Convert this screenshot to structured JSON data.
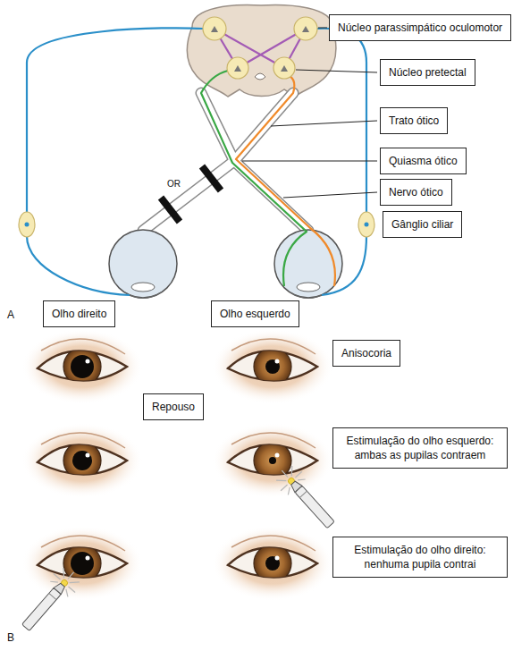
{
  "diagram": {
    "nodes": [
      {
        "text": [
          "Núcleo parassimpático oculomotor"
        ]
      },
      {
        "text": [
          "Núcleo pretectal"
        ]
      },
      {
        "text": [
          "Trato ótico"
        ]
      },
      {
        "text": [
          "Quiasma ótico"
        ]
      },
      {
        "text": [
          "Nervo ótico"
        ]
      },
      {
        "text": [
          "Gânglio ciliar"
        ]
      },
      {
        "text": [
          "Olho direito"
        ]
      },
      {
        "text": [
          "Olho esquerdo"
        ]
      },
      {
        "text": [
          "Anisocoria"
        ]
      },
      {
        "text": [
          "Repouso"
        ]
      },
      {
        "text": [
          "Estimulação do olho esquerdo: ambas as pupilas contraem"
        ]
      },
      {
        "text": [
          "Estimulação do olho direito: nenhuma pupila contrai"
        ]
      }
    ],
    "labels": [
      "OR",
      "A",
      "B"
    ]
  }
}
